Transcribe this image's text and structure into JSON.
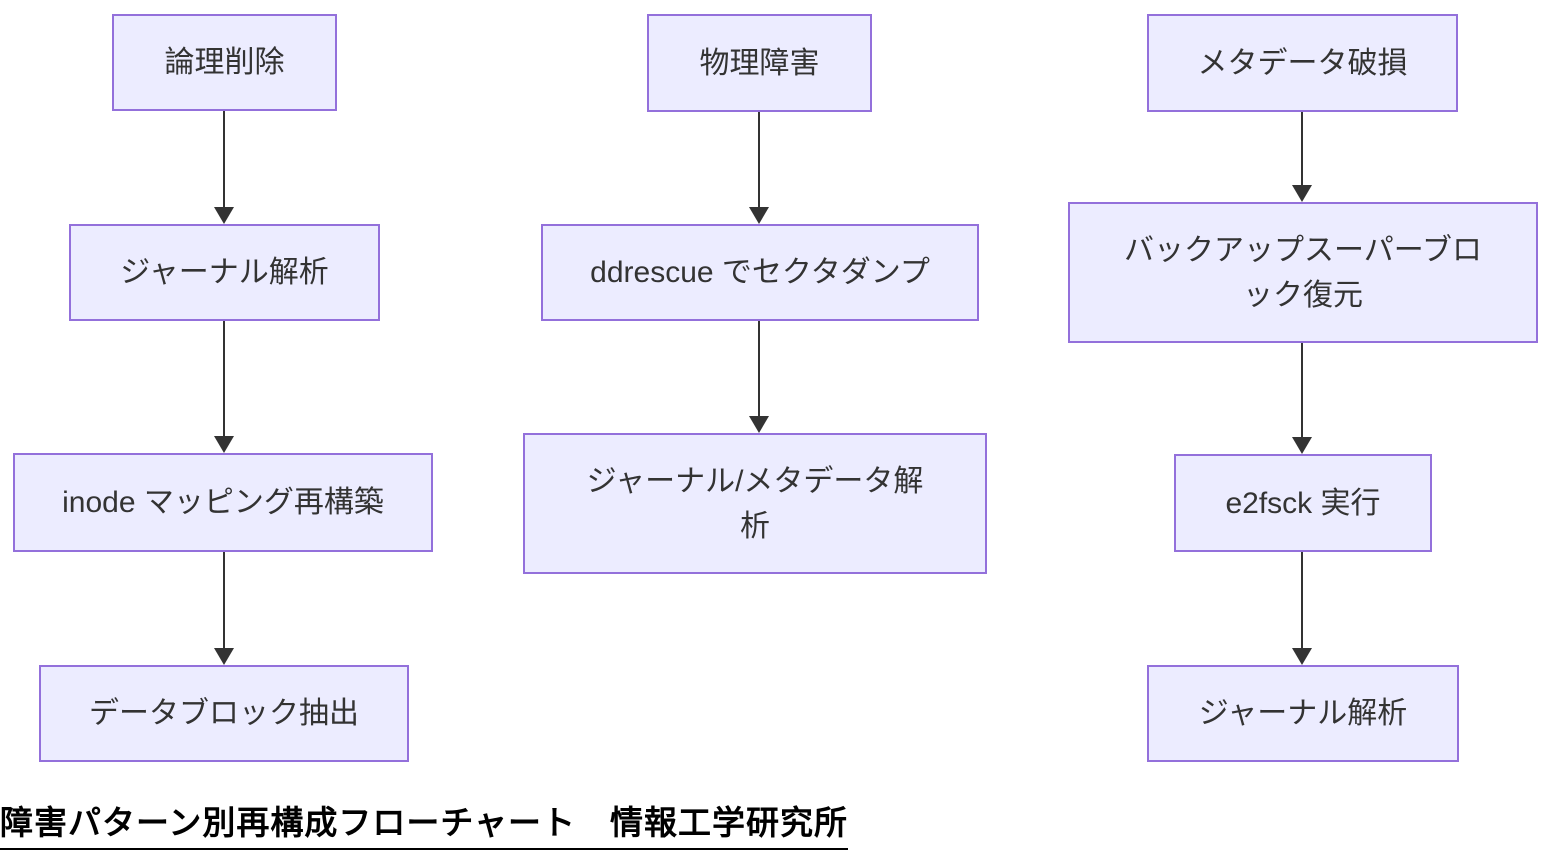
{
  "title": "障害パターン別再構成フローチャート　情報工学研究所",
  "colors": {
    "node_fill": "#ECECFF",
    "node_border": "#9370DB",
    "node_text": "#333333",
    "arrow": "#333333",
    "background": "#FFFFFF",
    "caption_text": "#000000"
  },
  "diagram_type": "flowchart-top-down",
  "flows": [
    {
      "steps": [
        "論理削除",
        "ジャーナル解析",
        "inode マッピング再構築",
        "データブロック抽出"
      ]
    },
    {
      "steps": [
        "物理障害",
        "ddrescue でセクタダンプ",
        "ジャーナル/メタデータ解\n析"
      ]
    },
    {
      "steps": [
        "メタデータ破損",
        "バックアップスーパーブロ\nック復元",
        "e2fsck 実行",
        "ジャーナル解析"
      ]
    }
  ]
}
